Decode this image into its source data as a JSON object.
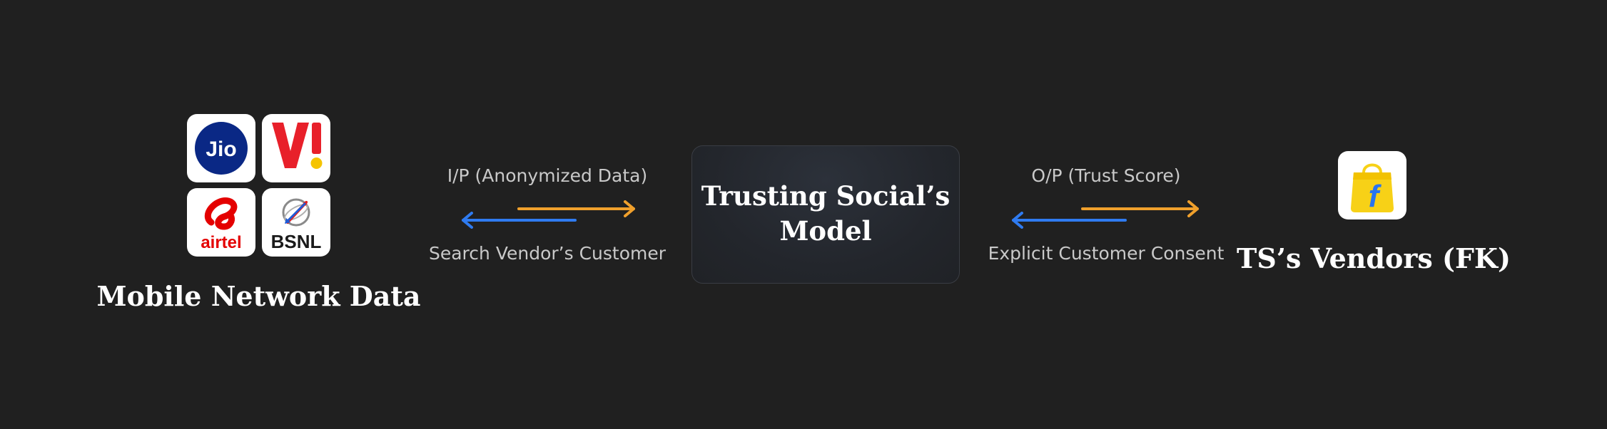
{
  "left_node": {
    "title": "Mobile Network Data",
    "logos": [
      {
        "icon": "jio-logo",
        "text": "Jio",
        "color": "#0a2885"
      },
      {
        "icon": "vi-logo",
        "text": "Vi",
        "color": "#e8202a",
        "dot_color": "#f5c400"
      },
      {
        "icon": "airtel-logo",
        "text": "airtel",
        "color": "#e40000"
      },
      {
        "icon": "bsnl-logo",
        "text": "BSNL",
        "color": "#1a1a1a"
      }
    ]
  },
  "left_link": {
    "top_label": "I/P (Anonymized Data)",
    "bottom_label": "Search Vendor’s Customer"
  },
  "center_node": {
    "title_line1": "Trusting Social’s",
    "title_line2": "Model"
  },
  "right_link": {
    "top_label": "O/P (Trust Score)",
    "bottom_label": "Explicit Customer Consent"
  },
  "right_node": {
    "title": "TS’s Vendors (FK)",
    "logo": {
      "icon": "flipkart-logo",
      "text": "f",
      "bag_color": "#f7d117",
      "f_color": "#2874f0"
    }
  },
  "colors": {
    "background": "#202020",
    "arrow_forward": "#f0a02c",
    "arrow_back": "#2f7bf0"
  }
}
